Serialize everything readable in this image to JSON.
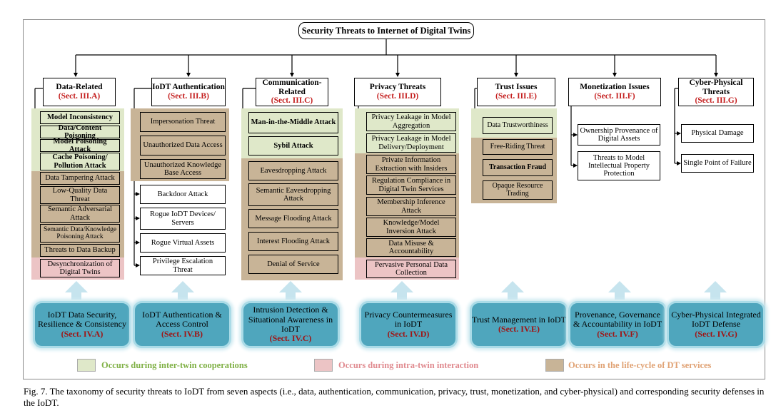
{
  "title": "Security Threats to Internet of Digital Twins",
  "categories": [
    {
      "name": "Data-Related",
      "sect": "(Sect. III.A)"
    },
    {
      "name": "IoDT Authentication",
      "sect": "(Sect. III.B)"
    },
    {
      "name": "Communication-Related",
      "sect": "(Sect. III.C)"
    },
    {
      "name": "Privacy Threats",
      "sect": "(Sect. III.D)"
    },
    {
      "name": "Trust Issues",
      "sect": "(Sect. III.E)"
    },
    {
      "name": "Monetization Issues",
      "sect": "(Sect. III.F)"
    },
    {
      "name": "Cyber-Physical Threats",
      "sect": "(Sect. III.G)"
    }
  ],
  "threats": {
    "data": [
      "Model Inconsistency",
      "Data/Content Poisoning",
      "Model Poisoning Attack",
      "Cache Poisoning/ Pollution Attack",
      "Data Tampering Attack",
      "Low-Quality Data Threat",
      "Semantic Adversarial Attack",
      "Semantic Data/Knowledge Poisoning Attack",
      "Threats to Data Backup",
      "Desynchronization of Digital Twins"
    ],
    "auth": [
      "Impersonation Threat",
      "Unauthorized Data Access",
      "Unauthorized Knowledge Base Access",
      "Backdoor Attack",
      "Rogue IoDT Devices/ Servers",
      "Rogue Virtual Assets",
      "Privilege Escalation Threat"
    ],
    "comm": [
      "Man-in-the-Middle Attack",
      "Sybil Attack",
      "Eavesdropping Attack",
      "Semantic Eavesdropping Attack",
      "Message Flooding Attack",
      "Interest Flooding Attack",
      "Denial of Service"
    ],
    "privacy": [
      "Privacy Leakage in Model Aggregation",
      "Privacy Leakage in Model Delivery/Deployment",
      "Private Information Extraction with Insiders",
      "Regulation Compliance in Digital Twin Services",
      "Membership Inference Attack",
      "Knowledge/Model Inversion Attack",
      "Data Misuse & Accountability",
      "Pervasive Personal Data Collection"
    ],
    "trust": [
      "Data Trustworthiness",
      "Free-Riding Threat",
      "Transaction Fraud",
      "Opaque Resource Trading"
    ],
    "monet": [
      "Ownership Provenance of Digital Assets",
      "Threats to Model Intellectual Property Protection"
    ],
    "cyber": [
      "Physical Damage",
      "Single Point of Failure"
    ]
  },
  "defenses": [
    {
      "text": "IoDT Data Security, Resilience & Consistency",
      "sect": "(Sect. IV.A)"
    },
    {
      "text": "IoDT Authentication & Access Control",
      "sect": "(Sect. IV.B)"
    },
    {
      "text": "Intrusion Detection & Situational Awareness in IoDT",
      "sect": "(Sect. IV.C)"
    },
    {
      "text": "Privacy Countermeasures in IoDT",
      "sect": "(Sect. IV.D)"
    },
    {
      "text": "Trust Management in IoDT",
      "sect": "(Sect. IV.E)"
    },
    {
      "text": "Provenance, Governance & Accountability in IoDT",
      "sect": "(Sect. IV.F)"
    },
    {
      "text": "Cyber-Physical Integrated IoDT Defense",
      "sect": "(Sect. IV.G)"
    }
  ],
  "legend": [
    {
      "label": "Occurs during inter-twin cooperations",
      "swatch": "#dfe8c9",
      "text_color": "#7fb045"
    },
    {
      "label": "Occurs during intra-twin interaction",
      "swatch": "#ecc4c5",
      "text_color": "#e08a8f"
    },
    {
      "label": "Occurs in the life-cycle of DT services",
      "swatch": "#c8b497",
      "text_color": "#e0a274"
    }
  ],
  "caption": "Fig. 7.  The taxonomy of security threats to IoDT from seven aspects (i.e., data, authentication, communication, privacy, trust, monetization, and cyber-physical) and corresponding security defenses in the IoDT."
}
